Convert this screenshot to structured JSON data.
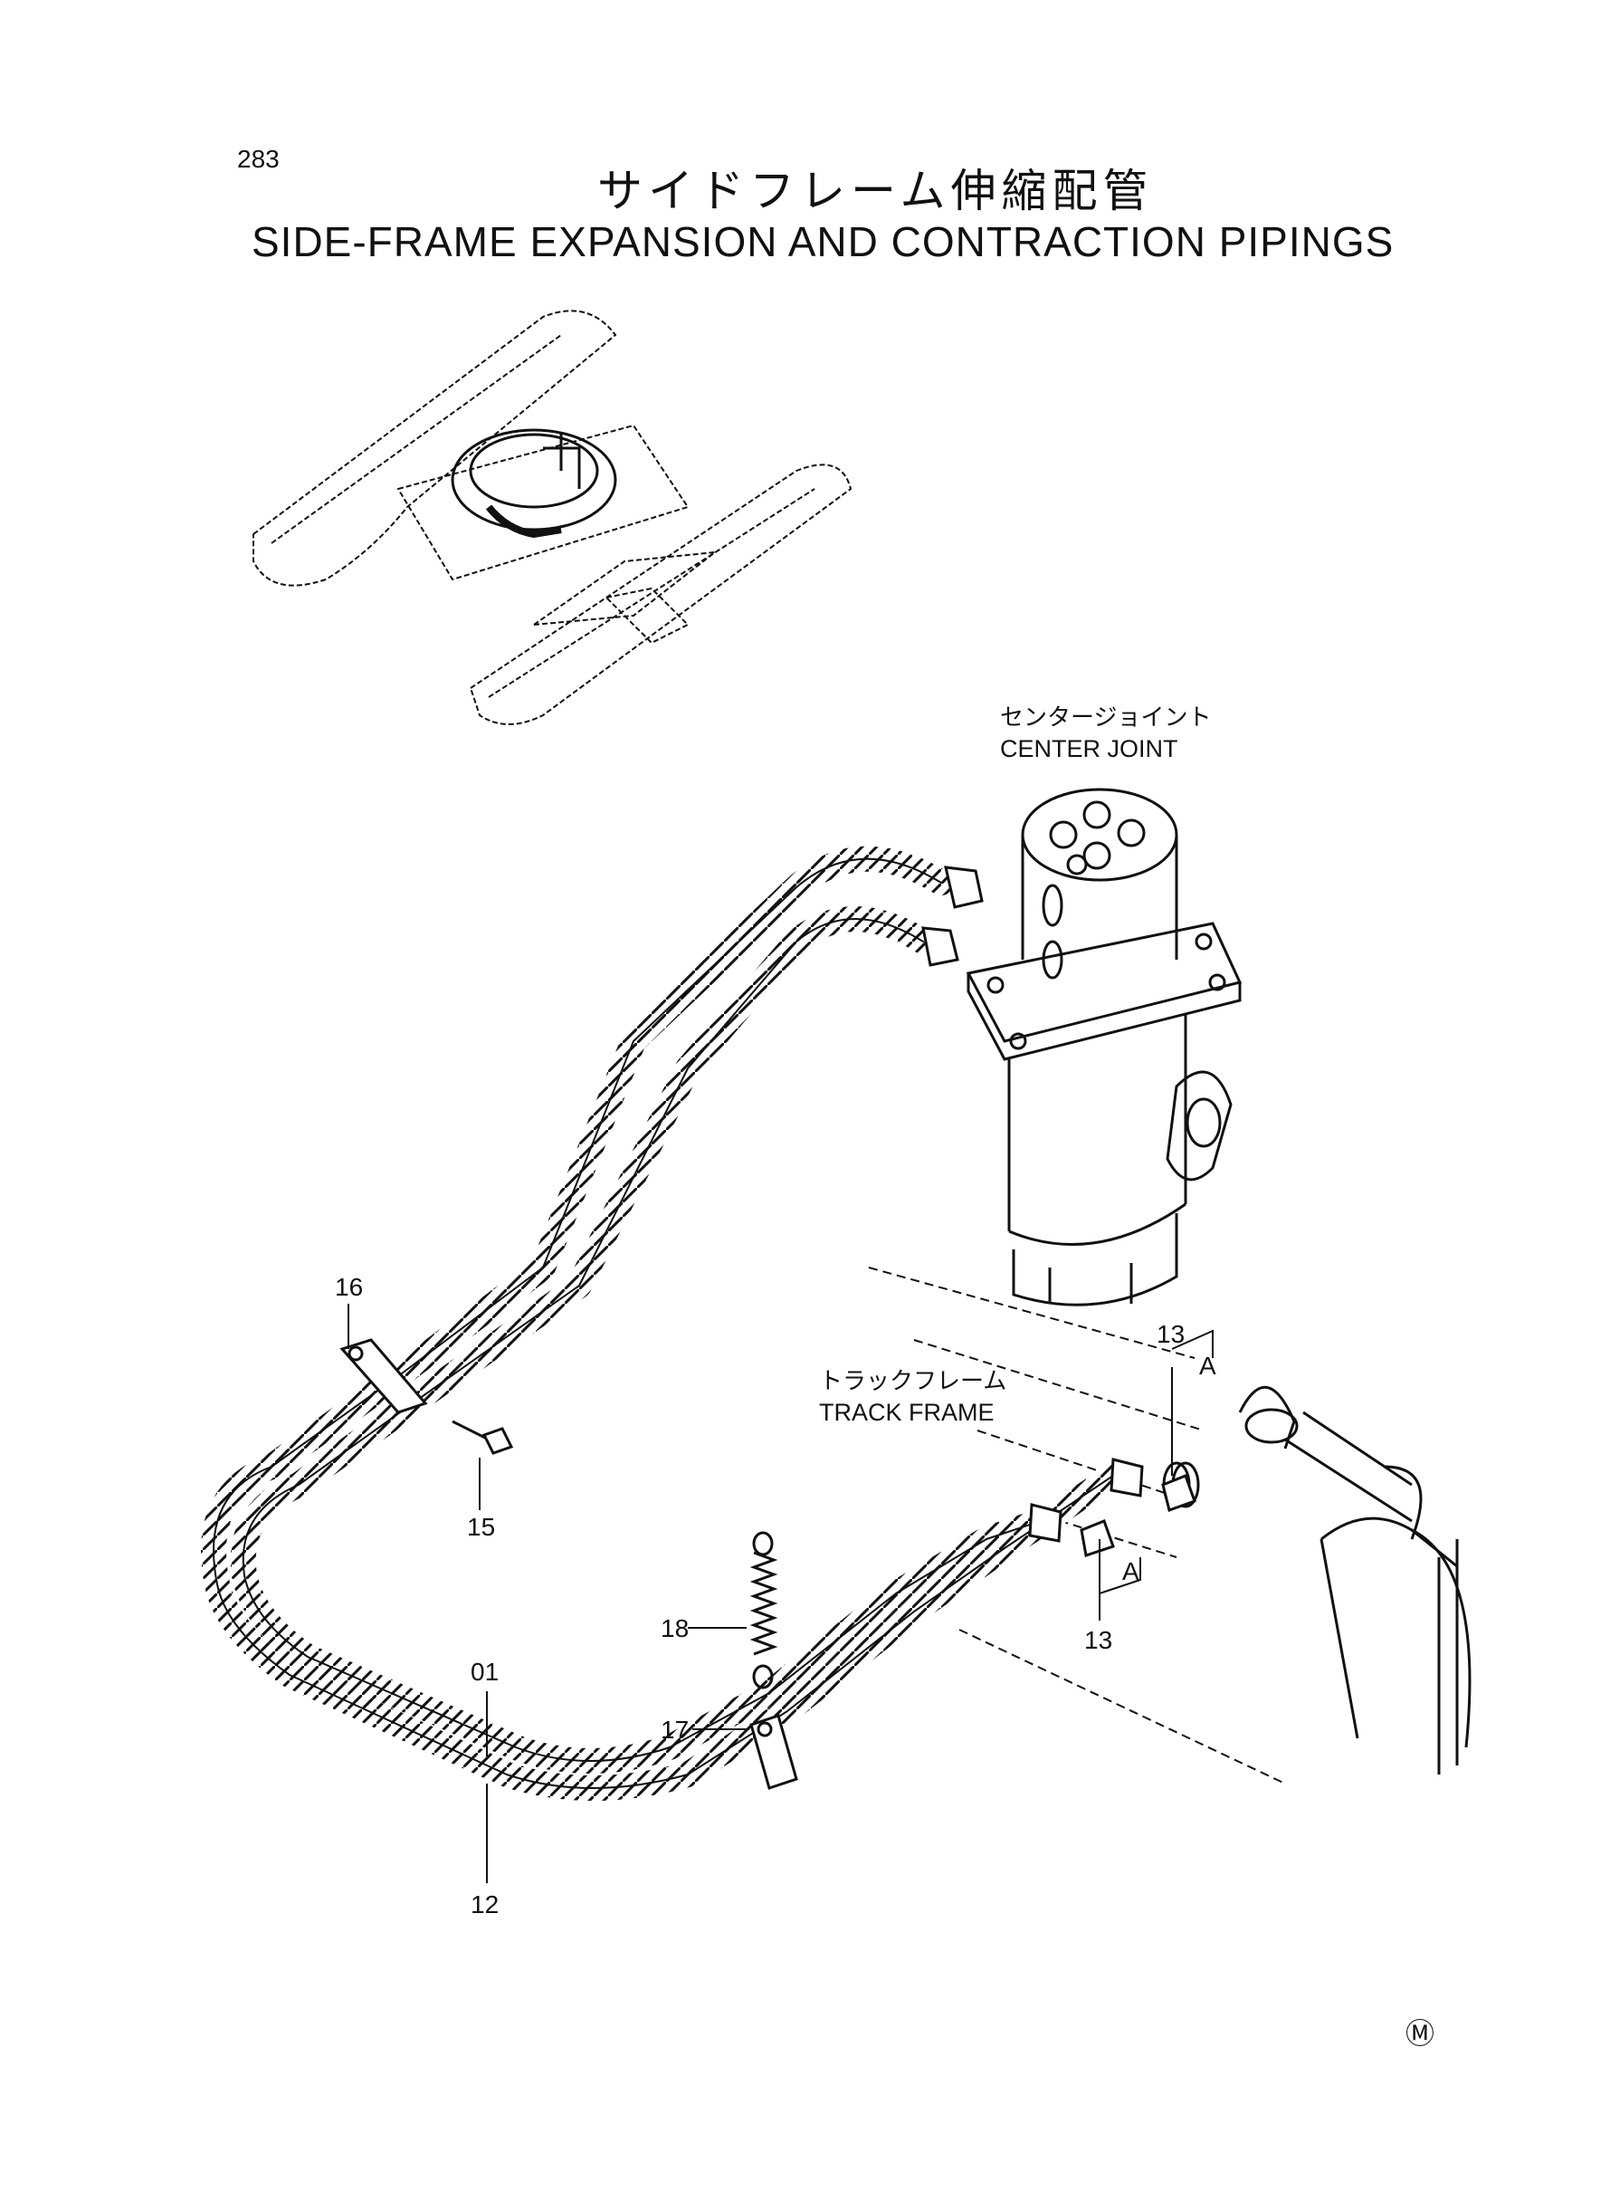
{
  "page": {
    "number": "283"
  },
  "title": {
    "japanese": "サイドフレーム伸縮配管",
    "english": "SIDE-FRAME EXPANSION AND CONTRACTION PIPINGS"
  },
  "labels": {
    "center_joint_ja": "センタージョイント",
    "center_joint_en": "CENTER JOINT",
    "track_frame_ja": "トラックフレーム",
    "track_frame_en": "TRACK FRAME"
  },
  "parts": {
    "p16": "16",
    "p15": "15",
    "p18": "18",
    "p01": "01",
    "p17": "17",
    "p12": "12",
    "p13_top": "13",
    "p13_bottom": "13",
    "a_top": "A",
    "a_bottom": "A"
  },
  "mark": "Ⓜ",
  "colors": {
    "ink": "#111111",
    "paper": "#ffffff"
  }
}
